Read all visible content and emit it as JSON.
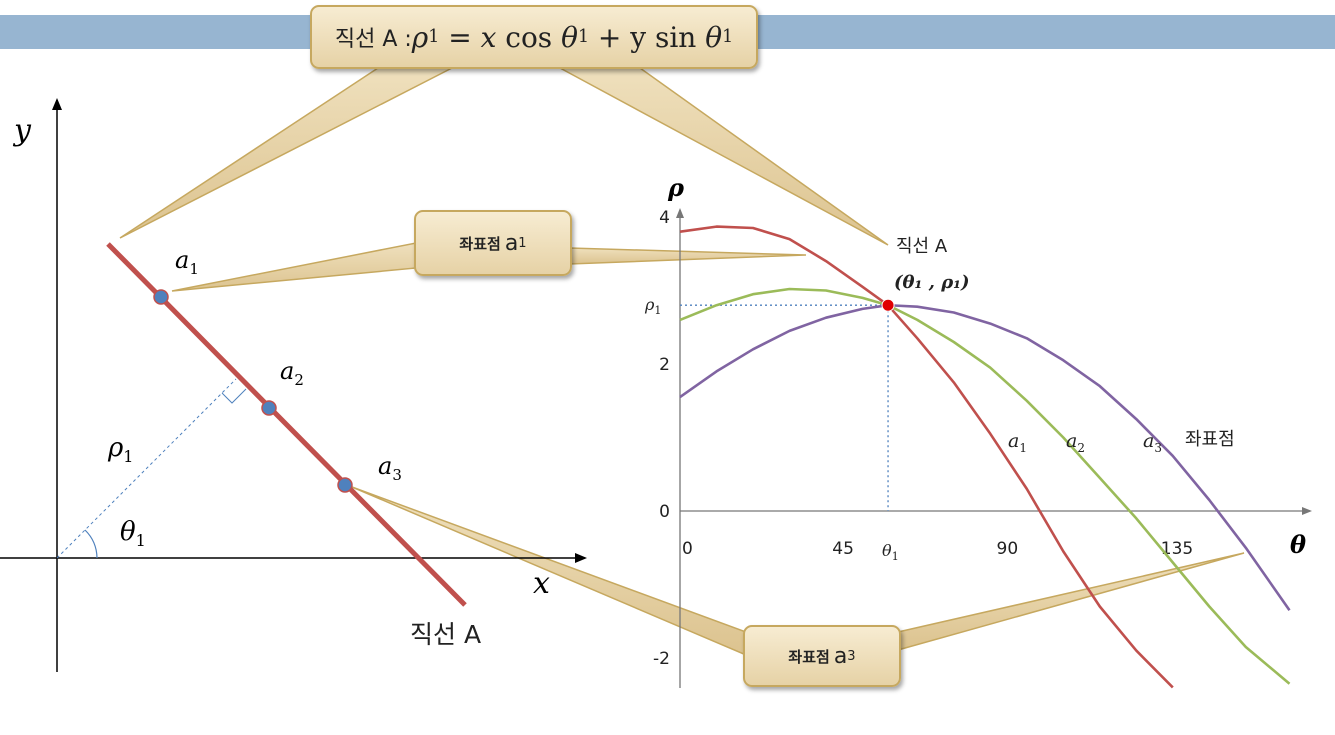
{
  "header": {
    "formula_prefix": "직선 A : ",
    "rho": "ρ",
    "sub": "1",
    "equals": " = ",
    "x": "x",
    "cos": " cos ",
    "theta": "θ",
    "plus": " + ",
    "y": "y",
    "sin": " sin "
  },
  "left_diagram": {
    "axis_y_label": "y",
    "axis_x_label": "x",
    "line_label": "직선 A",
    "rho_label": "ρ",
    "theta_label": "θ",
    "sub": "1",
    "points": [
      {
        "label": "a",
        "sub": "1"
      },
      {
        "label": "a",
        "sub": "2"
      },
      {
        "label": "a",
        "sub": "3"
      }
    ]
  },
  "callouts": {
    "a1": {
      "korean": "좌표점",
      "latin": "a",
      "sub": "1"
    },
    "a3": {
      "korean": "좌표점",
      "latin": "a",
      "sub": "3"
    }
  },
  "chart_data": {
    "type": "line",
    "xlabel": "θ",
    "ylabel": "ρ",
    "x_ticks": [
      "0",
      "45",
      "90",
      "135"
    ],
    "x_tick_values": [
      0,
      45,
      90,
      135
    ],
    "extra_x_tick": {
      "label": "θ",
      "sub": "1",
      "value": 57
    },
    "y_ticks": [
      "4",
      "2",
      "0",
      "-2"
    ],
    "y_tick_values": [
      4,
      2,
      0,
      -2
    ],
    "extra_y_tick": {
      "label": "ρ",
      "sub": "1",
      "value": 2.8
    },
    "xlim": [
      0,
      170
    ],
    "ylim": [
      -2.4,
      4.3
    ],
    "intersection": {
      "label": "(θ₁ , ρ₁)",
      "line_label": "직선 A",
      "x": 57,
      "y": 2.8
    },
    "series": [
      {
        "name": "a",
        "sub": "1",
        "color": "#c0504d",
        "x": [
          0,
          10,
          20,
          30,
          40,
          50,
          57,
          65,
          75,
          85,
          95,
          105,
          115,
          125,
          135
        ],
        "y": [
          3.8,
          3.87,
          3.85,
          3.7,
          3.4,
          3.05,
          2.8,
          2.35,
          1.75,
          1.05,
          0.3,
          -0.55,
          -1.3,
          -1.9,
          -2.4
        ]
      },
      {
        "name": "a",
        "sub": "2",
        "color": "#9bbb59",
        "x": [
          0,
          10,
          20,
          30,
          40,
          50,
          57,
          65,
          75,
          85,
          95,
          105,
          115,
          125,
          135,
          145,
          155,
          167
        ],
        "y": [
          2.6,
          2.8,
          2.95,
          3.02,
          3.0,
          2.9,
          2.8,
          2.6,
          2.3,
          1.95,
          1.5,
          1.0,
          0.45,
          -0.1,
          -0.7,
          -1.3,
          -1.85,
          -2.35
        ]
      },
      {
        "name": "a",
        "sub": "3",
        "color": "#8064a2",
        "x": [
          0,
          10,
          20,
          30,
          40,
          50,
          57,
          65,
          75,
          85,
          95,
          105,
          115,
          125,
          135,
          145,
          155,
          167
        ],
        "y": [
          1.55,
          1.9,
          2.2,
          2.45,
          2.63,
          2.75,
          2.8,
          2.78,
          2.7,
          2.55,
          2.35,
          2.05,
          1.7,
          1.25,
          0.75,
          0.15,
          -0.5,
          -1.35
        ]
      }
    ],
    "series_suffix": "좌표점",
    "grid": false
  }
}
